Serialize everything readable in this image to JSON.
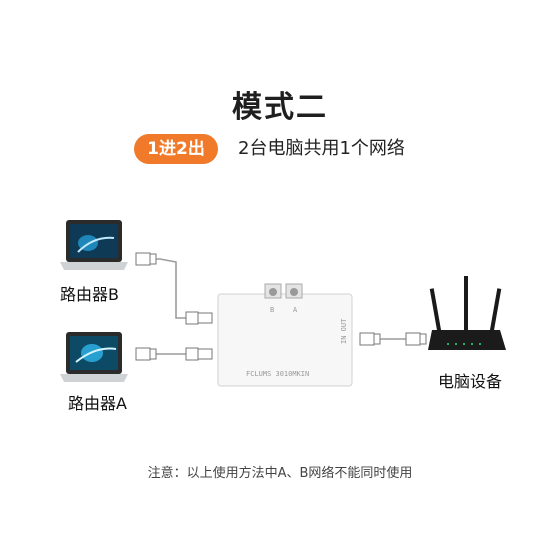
{
  "title": "模式二",
  "badge": "1进2出",
  "subtitle": "2台电脑共用1个网络",
  "labels": {
    "router_b": "路由器B",
    "router_a": "路由器A",
    "computer": "电脑设备"
  },
  "switch_box": {
    "port_b": "B",
    "port_a": "A",
    "out": "IN OUT",
    "brand_text": "FCLUMS 3010MKIN"
  },
  "note": "注意：以上使用方法中A、B网络不能同时使用",
  "colors": {
    "accent": "#f07a2a"
  }
}
